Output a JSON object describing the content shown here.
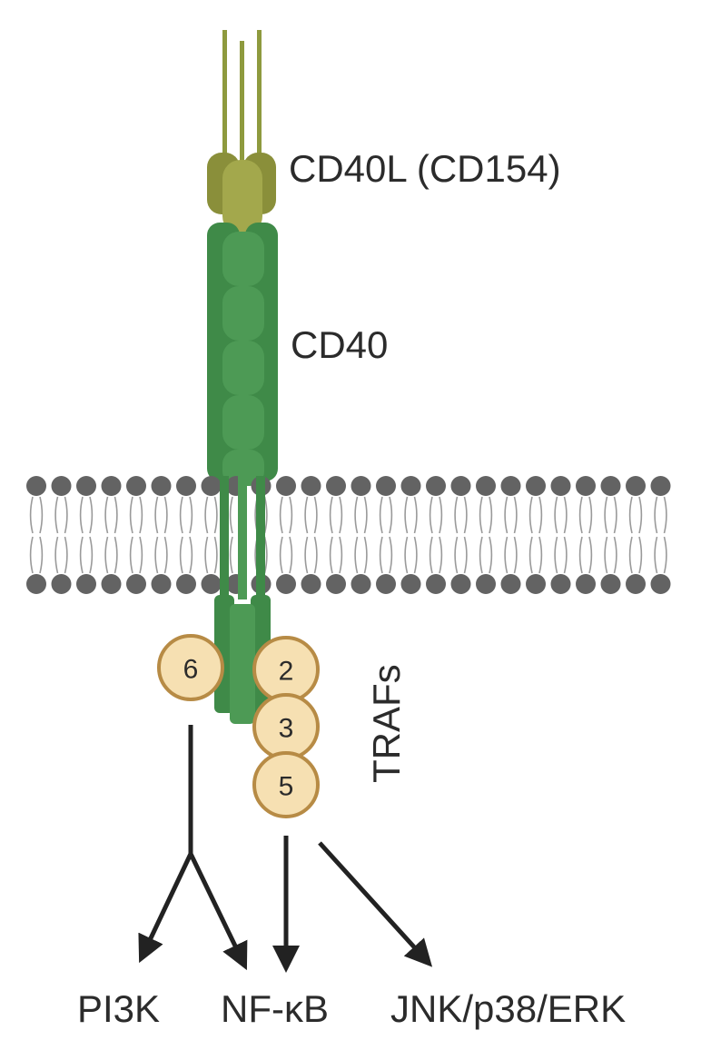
{
  "labels": {
    "ligand": "CD40L (CD154)",
    "receptor": "CD40",
    "trafs": "TRAFs"
  },
  "traf_numbers": {
    "traf6": "6",
    "traf2": "2",
    "traf3": "3",
    "traf5": "5"
  },
  "outputs": {
    "pi3k": "PI3K",
    "nfkb": "NF-κB",
    "jnk": "JNK/p38/ERK"
  },
  "colors": {
    "ligand": "#a3a84c",
    "receptor": "#4d9a55",
    "membrane_head": "#636363",
    "traf_fill": "#f6e0b2",
    "traf_stroke": "#b78b45",
    "arrow": "#222222"
  }
}
